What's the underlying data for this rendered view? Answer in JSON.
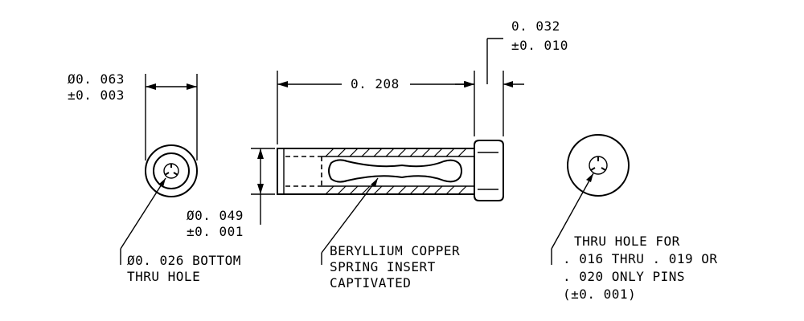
{
  "dimensions": {
    "outer_diameter": "Ø0. 063",
    "outer_diameter_tol": "±0. 003",
    "length": "0. 208",
    "head_length": "0. 032",
    "head_length_tol": "±0. 010",
    "body_diameter": "Ø0. 049",
    "body_diameter_tol": "±0. 001"
  },
  "notes": {
    "bottom_hole": [
      "Ø0. 026 BOTTOM",
      "THRU HOLE"
    ],
    "spring_insert": [
      "BERYLLIUM COPPER",
      "SPRING INSERT",
      "CAPTIVATED"
    ],
    "thru_hole": [
      "THRU HOLE FOR",
      ". 016 THRU . 019 OR",
      ". 020 ONLY PINS",
      "(±0. 001)"
    ]
  }
}
